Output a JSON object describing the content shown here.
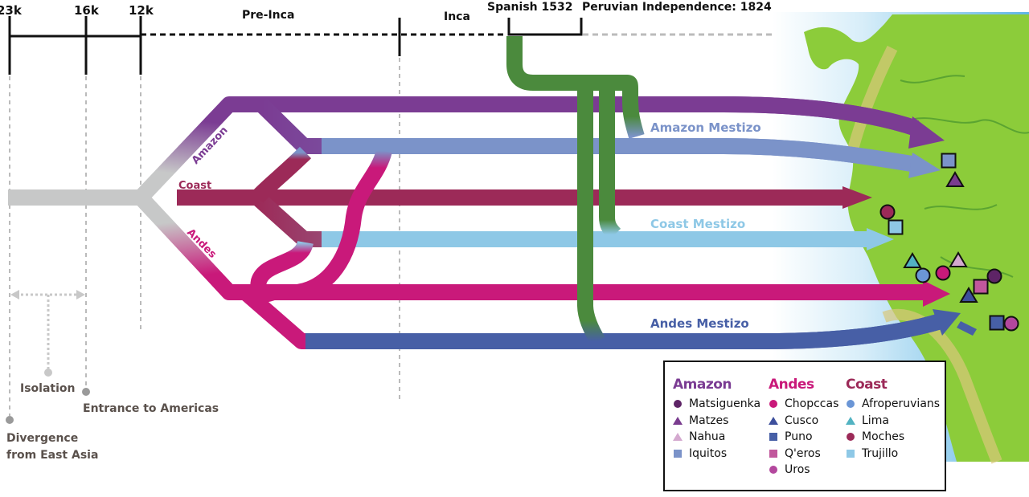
{
  "colors": {
    "ancestral": "#c7c8c8",
    "amazon": "#7b3c93",
    "amazon_mestizo": "#7b93c9",
    "coast": "#9c2a58",
    "coast_mestizo": "#8ec8e6",
    "andes": "#c9197a",
    "andes_mestizo": "#475fa6",
    "spanish": "#4b8a3d",
    "timeline": "#111111",
    "annotation": "#5a514c",
    "map_land": "#8ccc3a",
    "map_sea": "#bfe3f5"
  },
  "timeline": {
    "ticks": [
      {
        "label": "23k"
      },
      {
        "label": "16k"
      },
      {
        "label": "12k"
      }
    ],
    "periods": [
      {
        "label": "Pre-Inca"
      },
      {
        "label": "Inca"
      }
    ],
    "events": [
      {
        "label": "Spanish 1532"
      },
      {
        "label": "Peruvian Independence: 1824"
      }
    ]
  },
  "annotations": {
    "isolation": "Isolation",
    "entrance": "Entrance to Americas",
    "divergence_line1": "Divergence",
    "divergence_line2": "from East Asia"
  },
  "branches": {
    "amazon": "Amazon",
    "coast": "Coast",
    "andes": "Andes",
    "amazon_mestizo": "Amazon Mestizo",
    "coast_mestizo": "Coast Mestizo",
    "andes_mestizo": "Andes Mestizo"
  },
  "legend": {
    "groups": [
      {
        "title": "Amazon",
        "color": "#7b3c93",
        "items": [
          {
            "label": "Matsiguenka",
            "shape": "circle",
            "color": "#5e2466"
          },
          {
            "label": "Matzes",
            "shape": "triangle",
            "color": "#7a3c8f"
          },
          {
            "label": "Nahua",
            "shape": "triangle",
            "color": "#d4a9cf"
          },
          {
            "label": "Iquitos",
            "shape": "square",
            "color": "#7b93c9"
          }
        ]
      },
      {
        "title": "Andes",
        "color": "#c9197a",
        "items": [
          {
            "label": "Chopccas",
            "shape": "circle",
            "color": "#c9197a"
          },
          {
            "label": "Cusco",
            "shape": "triangle",
            "color": "#3d4f9c"
          },
          {
            "label": "Puno",
            "shape": "square",
            "color": "#475fa6"
          },
          {
            "label": "Q'eros",
            "shape": "square",
            "color": "#c1579c"
          },
          {
            "label": "Uros",
            "shape": "circle",
            "color": "#b3479d"
          }
        ]
      },
      {
        "title": "Coast",
        "color": "#9c2a58",
        "items": [
          {
            "label": "Afroperuvians",
            "shape": "circle",
            "color": "#6b96d6"
          },
          {
            "label": "Lima",
            "shape": "triangle",
            "color": "#52b3c2"
          },
          {
            "label": "Moches",
            "shape": "circle",
            "color": "#9c2a58"
          },
          {
            "label": "Trujillo",
            "shape": "square",
            "color": "#8ec8e6"
          }
        ]
      }
    ]
  },
  "map_markers": [
    {
      "population": "Iquitos",
      "shape": "square",
      "color": "#7b93c9"
    },
    {
      "population": "Matzes",
      "shape": "triangle",
      "color": "#7a3c8f"
    },
    {
      "population": "Moches",
      "shape": "circle",
      "color": "#9c2a58"
    },
    {
      "population": "Trujillo",
      "shape": "square",
      "color": "#8ec8e6"
    },
    {
      "population": "Lima",
      "shape": "triangle",
      "color": "#52b3c2"
    },
    {
      "population": "Nahua",
      "shape": "triangle",
      "color": "#d4a9cf"
    },
    {
      "population": "Afroperuvians",
      "shape": "circle",
      "color": "#6b96d6"
    },
    {
      "population": "Chopccas",
      "shape": "circle",
      "color": "#c9197a"
    },
    {
      "population": "Matsiguenka",
      "shape": "circle",
      "color": "#5e2466"
    },
    {
      "population": "Q'eros",
      "shape": "square",
      "color": "#c1579c"
    },
    {
      "population": "Cusco",
      "shape": "triangle",
      "color": "#3d4f9c"
    },
    {
      "population": "Puno",
      "shape": "square",
      "color": "#475fa6"
    },
    {
      "population": "Uros",
      "shape": "circle",
      "color": "#b3479d"
    }
  ]
}
